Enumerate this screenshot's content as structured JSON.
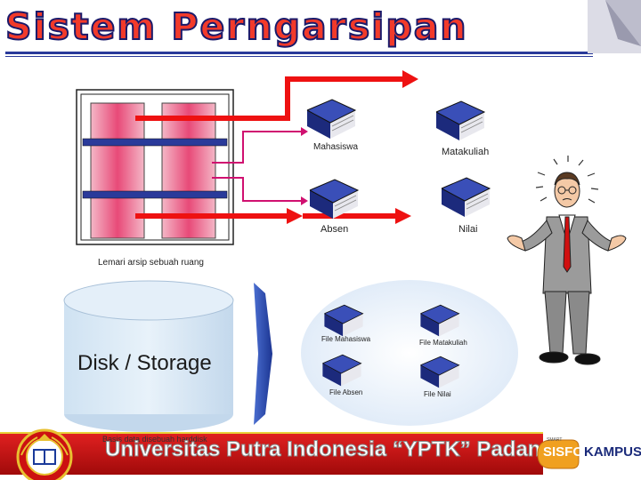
{
  "title": "Sistem Perngarsipan",
  "cabinet": {
    "caption": "Lemari arsip sebuah ruang",
    "books": [
      {
        "label": "Mahasiswa"
      },
      {
        "label": "Matakuliah"
      },
      {
        "label": "Absen"
      },
      {
        "label": "Nilai"
      }
    ]
  },
  "storage": {
    "disk_label": "Disk / Storage",
    "caption": "Basis data disebuah harddisk",
    "files": [
      {
        "label": "File Mahasiswa"
      },
      {
        "label": "File Matakuliah"
      },
      {
        "label": "File Absen"
      },
      {
        "label": "File Nilai"
      }
    ]
  },
  "footer": {
    "university": "Universitas Putra Indonesia “YPTK” Padang",
    "logo_text": "UNIVERSITAS PUTRA INDONESIA",
    "sisfo_prefix": "SISFO",
    "sisfo_suffix": "KAMPUS",
    "sisfo_small": "SMART"
  },
  "colors": {
    "title_fill": "#f23a2a",
    "arrow_red": "#ee1111",
    "arrow_pink": "#d01070",
    "book_blue": "#22308a",
    "footer_red": "#cc1111"
  }
}
